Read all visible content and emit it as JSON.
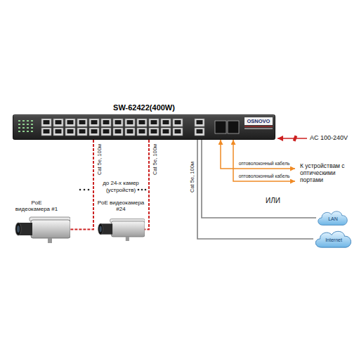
{
  "diagram": {
    "nodes": [
      {
        "text": [
          "SW-62422(400W)",
          "OSNOVO"
        ]
      },
      {
        "text": [
          "PoE видеокамера #1"
        ]
      },
      {
        "text": [
          "PoE видеокамера #24"
        ]
      },
      {
        "text": [
          "К устройствам с оптическими портами"
        ]
      },
      {
        "text": [
          "LAN"
        ]
      },
      {
        "text": [
          "Internet"
        ]
      }
    ],
    "edges": [
      {
        "from": 0,
        "to": 1,
        "arrow": "none",
        "label": "Cat 5e, 100м"
      },
      {
        "from": 0,
        "to": 2,
        "arrow": "none",
        "label": "Cat 5e, 100м"
      },
      {
        "from": 0,
        "to": 3,
        "arrow": "both",
        "label": "оптоволоконный кабель"
      },
      {
        "from": 0,
        "to": 3,
        "arrow": "both",
        "label": "оптоволоконный кабель"
      },
      {
        "from": 0,
        "to": 4,
        "arrow": "none",
        "label": "Cat 5e, 100м"
      },
      {
        "from": 0,
        "to": 5,
        "arrow": "none"
      }
    ],
    "labels": [
      "AC 100-240V",
      "до 24-х камер (устройств)",
      "ИЛИ"
    ]
  }
}
